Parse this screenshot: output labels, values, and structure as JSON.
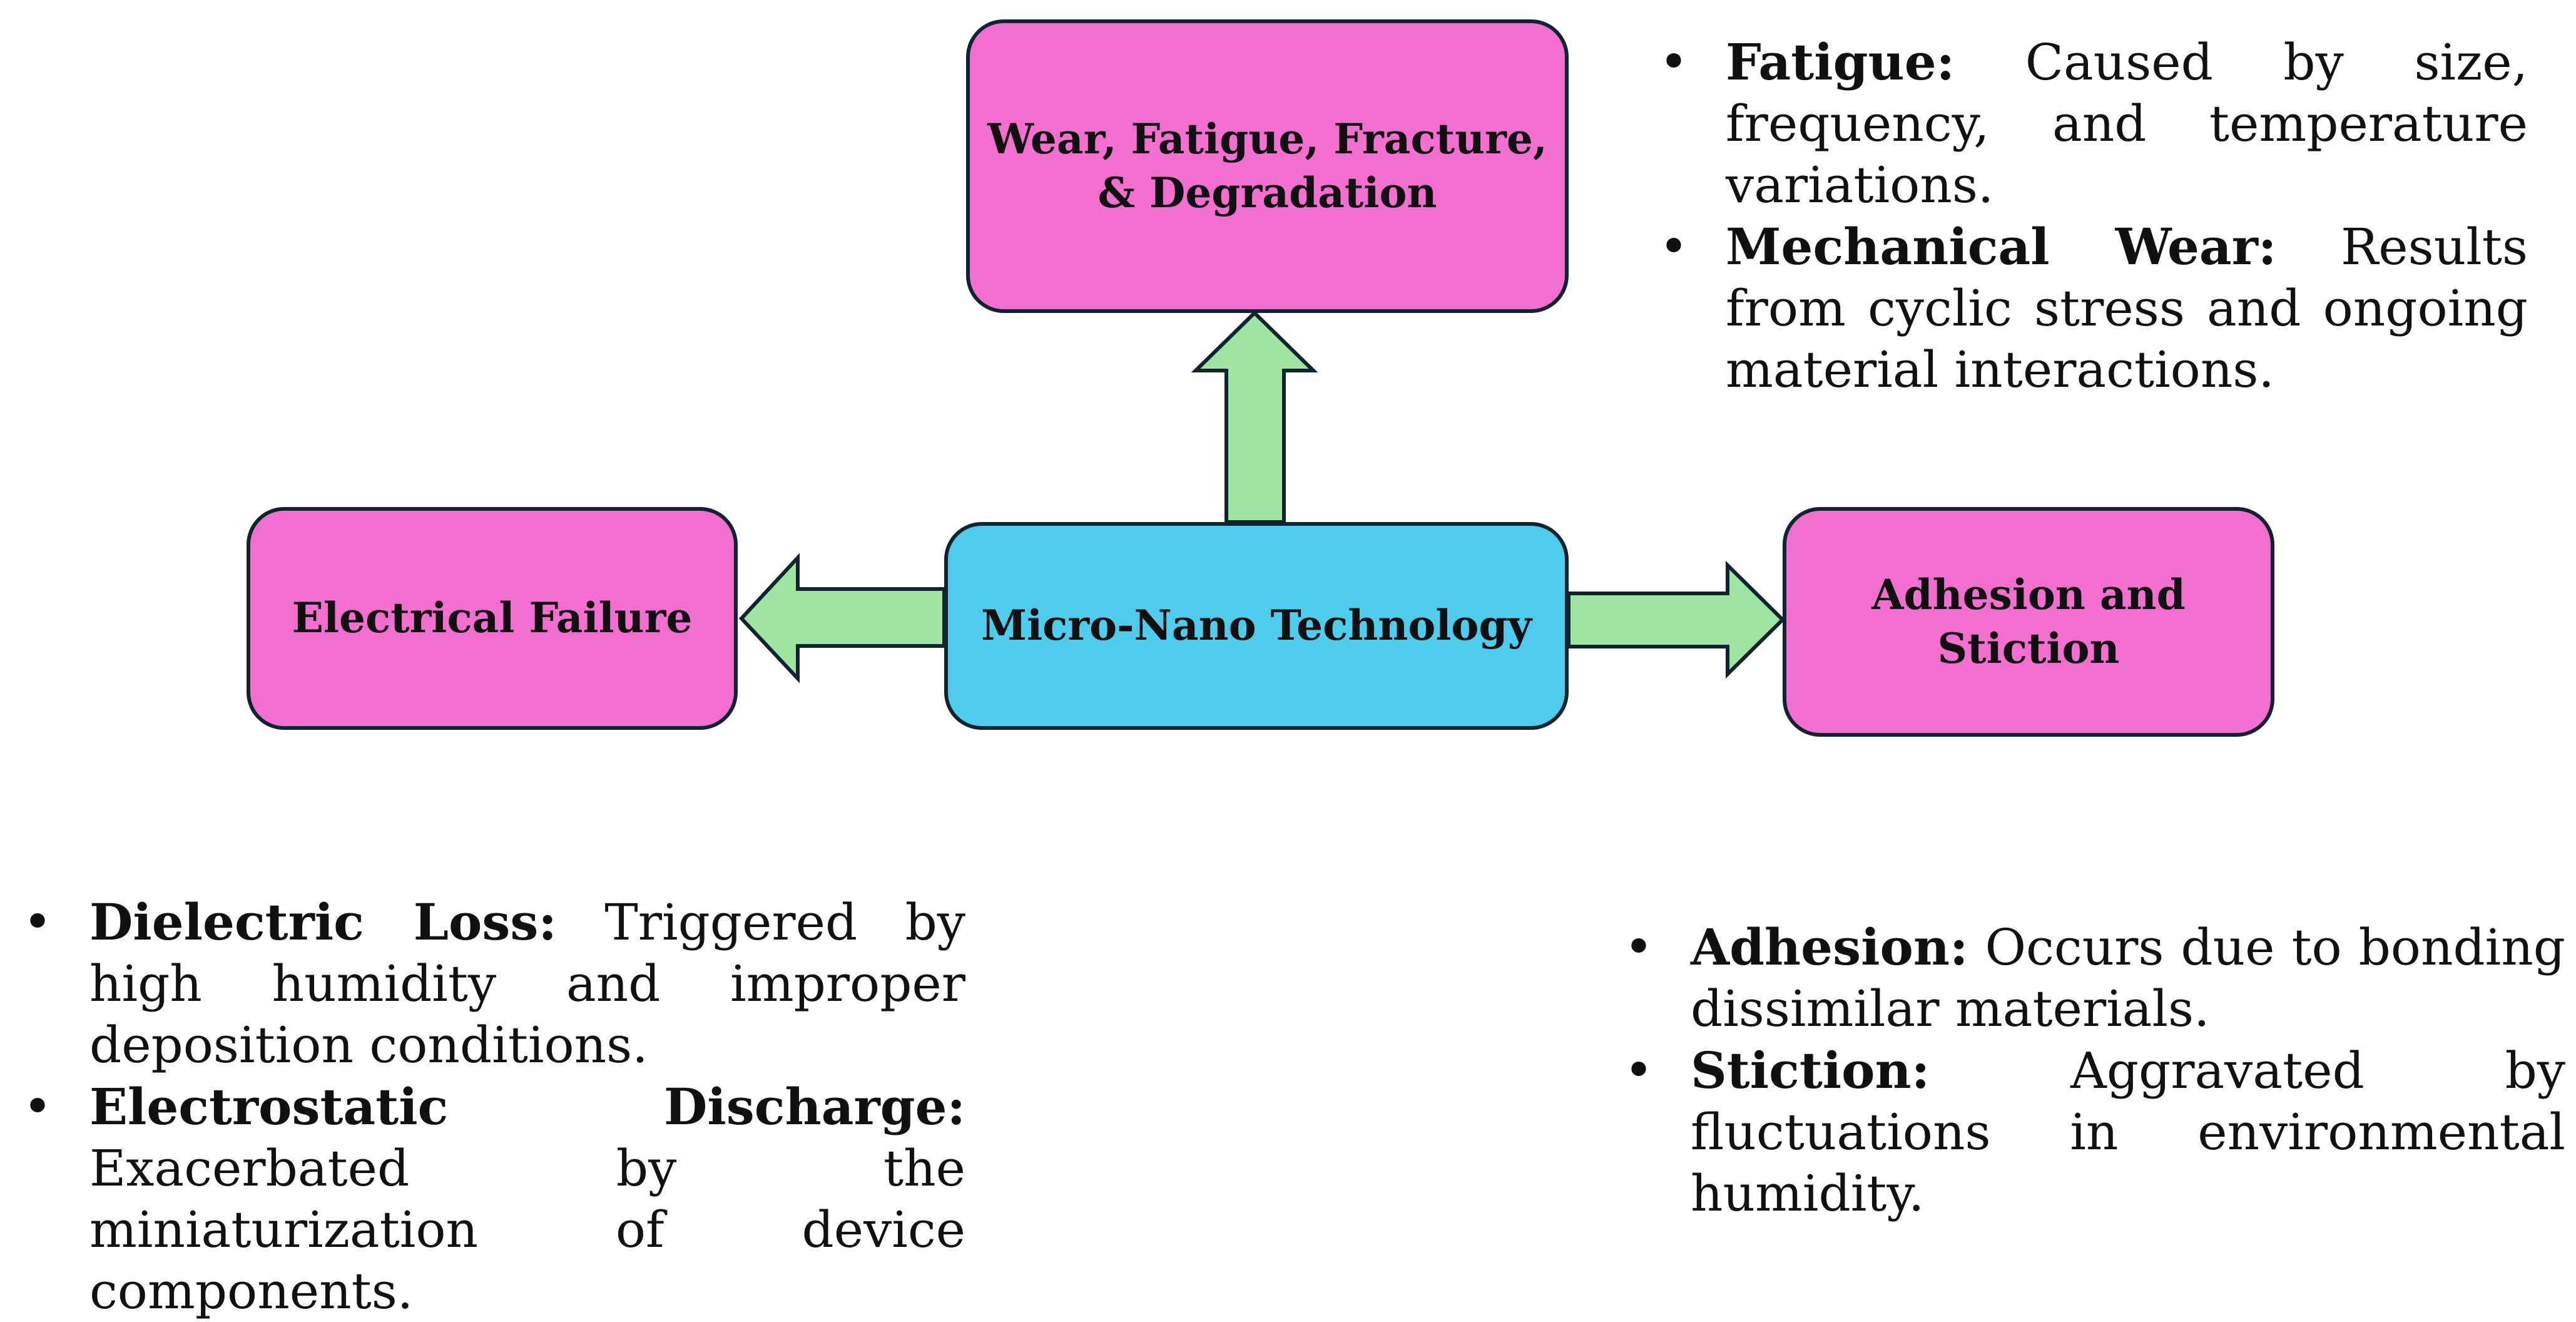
{
  "diagram": {
    "center": {
      "label": "Micro-Nano Technology"
    },
    "top": {
      "label": "Wear, Fatigue, Fracture, & Degradation"
    },
    "left": {
      "label": "Electrical Failure"
    },
    "right": {
      "label": "Adhesion and Stiction"
    }
  },
  "notes": {
    "top": [
      {
        "term": "Fatigue:",
        "text": " Caused by size, frequency, and temperature variations."
      },
      {
        "term": "Mechanical Wear:",
        "text": " Results from cyclic stress and ongoing material interactions."
      }
    ],
    "left": [
      {
        "term": "Dielectric Loss:",
        "text": " Triggered by high humidity and improper deposition conditions."
      },
      {
        "term": "Electrostatic Discharge:",
        "text": " Exacerbated by the miniaturization of device components."
      }
    ],
    "right": [
      {
        "term": "Adhesion:",
        "text": " Occurs due to bonding dissimilar materials."
      },
      {
        "term": "Stiction:",
        "text": " Aggravated by fluctuations in environmental humidity."
      }
    ]
  },
  "colors": {
    "failure_box": "#f36fcf",
    "center_box": "#4fcbec",
    "arrow_fill": "#9de5a0",
    "outline": "#0f2330"
  }
}
